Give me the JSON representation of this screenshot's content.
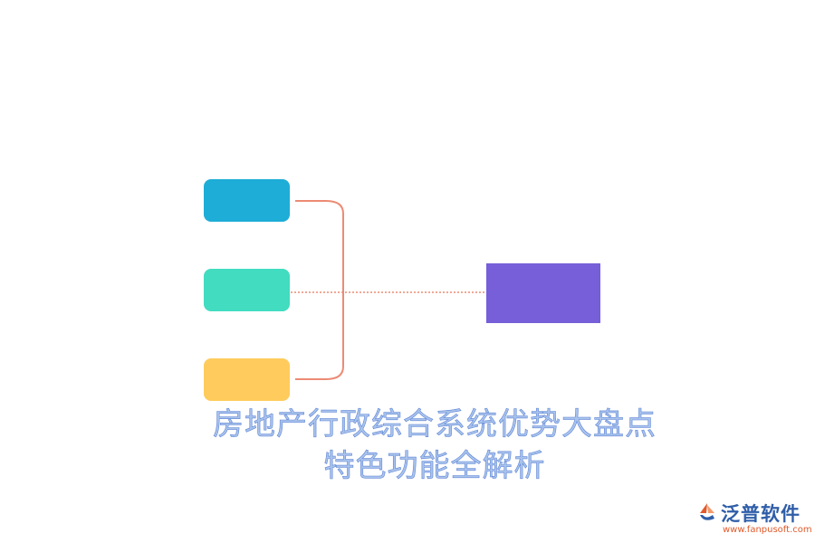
{
  "diagram": {
    "nodes": [
      {
        "id": "node-1",
        "label": "",
        "color": "#1dadd6"
      },
      {
        "id": "node-2",
        "label": "",
        "color": "#42dcc0"
      },
      {
        "id": "node-3",
        "label": "",
        "color": "#ffcb5c"
      },
      {
        "id": "node-center",
        "label": "",
        "color": "#765fd8"
      }
    ],
    "connector_color": "#ec8b74"
  },
  "title": {
    "line1": "房地产行政综合系统优势大盘点",
    "line2": "特色功能全解析",
    "color": "#a9c3ec"
  },
  "logo": {
    "name": "泛普软件",
    "url": "www.fanpusoft.com",
    "icon": "fanpu-logo-icon",
    "brand_color": "#2f5ea8",
    "accent_color": "#e05a2a"
  }
}
